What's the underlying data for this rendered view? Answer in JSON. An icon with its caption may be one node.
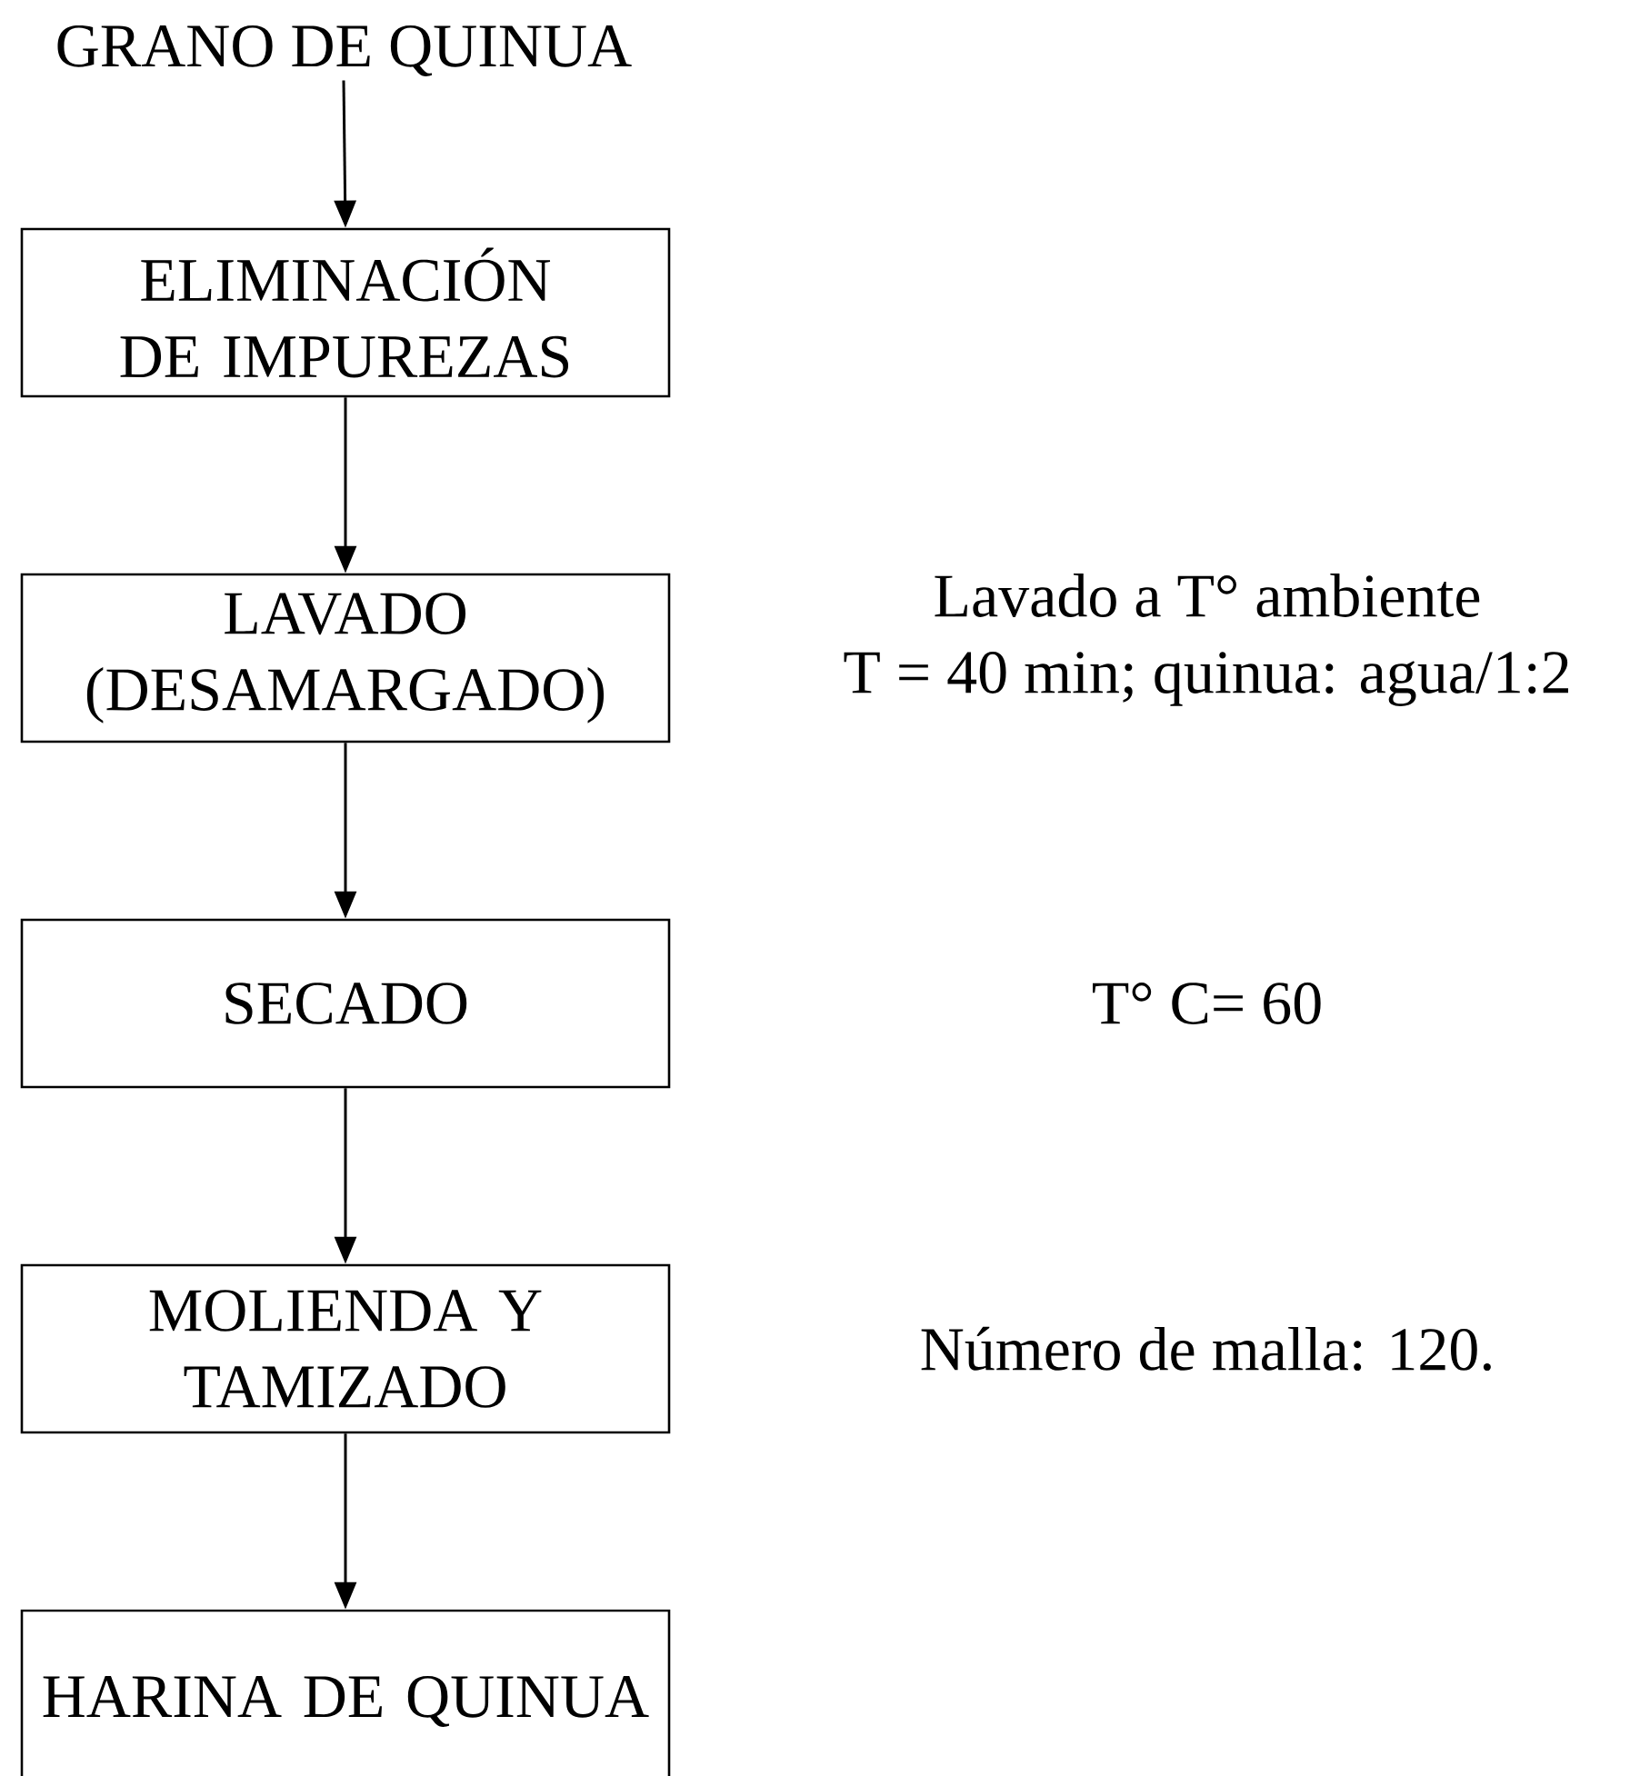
{
  "diagram": {
    "nodes": [
      {
        "text": [
          "GRANO DE QUINUA"
        ]
      },
      {
        "text": [
          "ELIMINACIÓN DE IMPUREZAS"
        ]
      },
      {
        "text": [
          "LAVADO (DESAMARGADO)"
        ]
      },
      {
        "text": [
          "SECADO"
        ]
      },
      {
        "text": [
          "MOLIENDA Y TAMIZADO"
        ]
      },
      {
        "text": [
          "HARINA DE QUINUA"
        ]
      }
    ],
    "edges": [
      {
        "from": 0,
        "to": 1,
        "arrow": "to"
      },
      {
        "from": 1,
        "to": 2,
        "arrow": "to"
      },
      {
        "from": 2,
        "to": 3,
        "arrow": "to"
      },
      {
        "from": 3,
        "to": 4,
        "arrow": "to"
      },
      {
        "from": 4,
        "to": 5,
        "arrow": "to"
      }
    ],
    "labels": [
      "Lavado a T° ambiente T = 40 min; quinua: agua/1:2",
      "T° C= 60",
      "Número de malla: 120."
    ]
  }
}
